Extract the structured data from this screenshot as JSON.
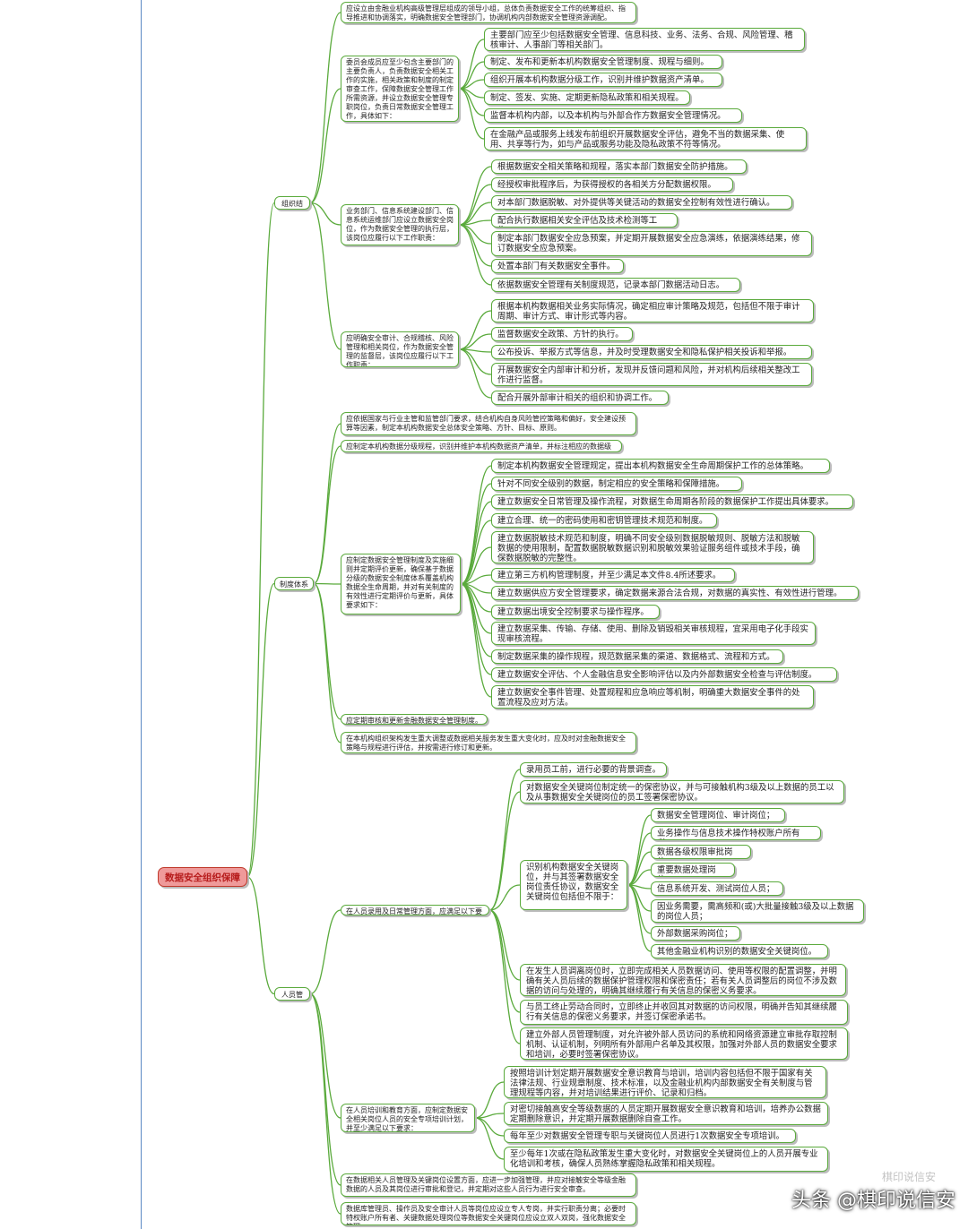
{
  "root": "数据安全组织保障",
  "branches": [
    {
      "label": "组织结构",
      "children": [
        {
          "text": "应设立由金融业机构高级管理层组成的领导小组，总体负责数据安全工作的统筹组织、指导推进和协调落实，明确数据安全管理部门，协调机构内部数据安全管理资源调配。",
          "items": []
        },
        {
          "text": "委员会成员应至少包含主要部门的主要负责人，负责数据安全相关工作的实施，相关政策和制度的制定审查工作，保障数据安全管理工作所需资源，并设立数据安全管理专职岗位，负责日常数据安全管理工作，具体如下：",
          "items": [
            "主要部门应至少包括数据安全管理、信息科技、业务、法务、合规、风险管理、稽核审计、人事部门等相关部门。",
            "制定、发布和更新本机构数据安全管理制度、规程与细则。",
            "组织开展本机构数据分级工作，识别并维护数据资产清单。",
            "制定、签发、实施、定期更新隐私政策和相关规程。",
            "监督本机构内部，以及本机构与外部合作方数据安全管理情况。",
            "在金融产品或服务上线发布前组织开展数据安全评估，避免不当的数据采集、使用、共享等行为，如与产品或服务功能及隐私政策不符等情况。"
          ]
        },
        {
          "text": "业务部门、信息系统建设部门、信息系统运维部门应设立数据安全岗位，作为数据安全管理的执行层，该岗位应履行以下工作职责：",
          "items": [
            "根据数据安全相关策略和规程，落实本部门数据安全防护措施。",
            "经授权审批程序后，为获得授权的各相关方分配数据权限。",
            "对本部门数据脱敏、对外提供等关键活动的数据安全控制有效性进行确认。",
            "配合执行数据相关安全评估及技术检测等工作。",
            "制定本部门数据安全应急预案，并定期开展数据安全应急演练，依据演练结果，修订数据安全应急预案。",
            "处置本部门有关数据安全事件。",
            "依据数据安全管理有关制度规范，记录本部门数据活动日志。"
          ]
        },
        {
          "text": "应明确安全审计、合规稽核、风险管理和相关岗位，作为数据安全管理的监督层，该岗位应履行以下工作职责：",
          "items": [
            "根据本机构数据相关业务实际情况，确定相应审计策略及规范，包括但不限于审计周期、审计方式、审计形式等内容。",
            "监督数据安全政策、方针的执行。",
            "公布投诉、举报方式等信息，并及时受理数据安全和隐私保护相关投诉和举报。",
            "开展数据安全内部审计和分析，发现并反馈问题和风险，并对机构后续相关整改工作进行监督。",
            "配合开展外部审计相关的组织和协调工作。"
          ]
        }
      ]
    },
    {
      "label": "制度体系",
      "children": [
        {
          "text": "应依据国家与行业主管和监管部门要求，结合机构自身风险管控策略和偏好，安全建设预算等因素，制定本机构数据安全总体安全策略、方针、目标、原则。",
          "items": []
        },
        {
          "text": "应制定本机构数据分级规程，识别并维护本机构数据资产清单，并标注相应的数据级别。",
          "items": []
        },
        {
          "text": "应制定数据安全管理制度及实施细则并定期评价更新，确保基于数据分级的数据安全制度体系覆盖机构数据全生命周期，并对有关制度的有效性进行定期评价与更新，具体要求如下：",
          "items": [
            "制定本机构数据安全管理规定，提出本机构数据安全生命周期保护工作的总体策略。",
            "针对不同安全级别的数据，制定相应的安全策略和保障措施。",
            "建立数据安全日常管理及操作流程，对数据生命周期各阶段的数据保护工作提出具体要求。",
            "建立合理、统一的密码使用和密钥管理技术规范和制度。",
            "建立数据脱敏技术规范和制度，明确不同安全级别数据脱敏规则、脱敏方法和脱敏数据的使用限制，配置数据脱敏数据识别和脱敏效果验证服务组件或技术手段，确保数据脱敏的完整性。",
            "建立第三方机构管理制度，并至少满足本文件8.4所述要求。",
            "建立数据供应方安全管理要求，确定数据来源合法合规，对数据的真实性、有效性进行管理。",
            "建立数据出境安全控制要求与操作程序。",
            "建立数据采集、传输、存储、使用、删除及销毁相关审核规程，宜采用电子化手段实现审核流程。",
            "制定数据采集的操作规程，规范数据采集的渠道、数据格式、流程和方式。",
            "建立数据安全评估、个人金融信息安全影响评估以及内外部数据安全检查与评估制度。",
            "建立数据安全事件管理、处置规程和应急响应等机制，明确重大数据安全事件的处置流程及应对方法。"
          ]
        },
        {
          "text": "应定期审核和更新金融数据安全管理制度。",
          "items": []
        },
        {
          "text": "在本机构组织架构发生重大调整或数据相关服务发生重大变化时，应及时对金融数据安全策略与规程进行评估，并按需进行修订和更新。",
          "items": []
        }
      ]
    },
    {
      "label": "人员管理",
      "children": [
        {
          "text": "在人员录用及日常管理方面，应满足以下要求：",
          "items": [
            "录用员工前，进行必要的背景调查。",
            "对数据安全关键岗位制定统一的保密协议，并与可接触机构3级及以上数据的员工以及从事数据安全关键岗位的员工签署保密协议。",
            "识别机构数据安全关键岗位，并与其签署数据安全岗位责任协议，数据安全关键岗位包括但不限于：",
            "在发生人员调离岗位时，立即完成相关人员数据访问、使用等权限的配置调整，并明确有关人员后续的数据保护管理权限和保密责任；若有关人员调整后的岗位不涉及数据的访问与处理的，明确其继续履行有关信息的保密义务要求。",
            "与员工终止劳动合同时，立即终止并收回其对数据的访问权限，明确并告知其继续履行有关信息的保密义务要求，并签订保密承诺书。",
            "建立外部人员管理制度，对允许被外部人员访问的系统和网络资源建立审批存取控制机制、认证机制，列明所有外部用户名单及其权限，加强对外部人员的数据安全要求和培训，必要时签署保密协议。"
          ],
          "sub_items": [
            "数据安全管理岗位、审计岗位；",
            "业务操作与信息技术操作特权账户所有者；",
            "数据各级权限审批岗位；",
            "重要数据处理岗位；",
            "信息系统开发、测试岗位人员；",
            "因业务需要，需高频和(或)大批量接触3级及以上数据的岗位人员；",
            "外部数据采购岗位；",
            "其他金融业机构识别的数据安全关键岗位。"
          ]
        },
        {
          "text": "在人员培训和教育方面，应制定数据安全相关岗位人员的安全专项培训计划，并至少满足以下要求：",
          "items": [
            "按照培训计划定期开展数据安全意识教育与培训，培训内容包括但不限于国家有关法律法规、行业规章制度、技术标准，以及金融业机构内部数据安全有关制度与管理规程等内容，并对培训结果进行评价、记录和归档。",
            "对密切接触高安全等级数据的人员定期开展数据安全意识教育和培训，培养办公数据定期删除意识，并定期开展数据删除自查工作。",
            "每年至少对数据安全管理专职与关键岗位人员进行1次数据安全专项培训。",
            "至少每年1次或在隐私政策发生重大变化时，对数据安全关键岗位上的人员开展专业化培训和考核，确保人员熟练掌握隐私政策和相关规程。"
          ]
        },
        {
          "text": "在数据相关人员管理及关键岗位设置方面，应进一步加强管理，并应对接触安全等级金融数据的人员及其岗位进行审批和登记，并定期对这些人员行为进行安全审查。",
          "items": []
        },
        {
          "text": "数据库管理员、操作员及安全审计人员等岗位应设立专人专岗，并实行职责分离；必要时特权账户所有者、关键数据处理岗位等数据安全关键岗位应设立双人双岗，强化数据安全管理。",
          "items": []
        }
      ]
    }
  ],
  "watermark": "头条 @棋印说信安",
  "watermark_faint": "棋印说信安"
}
